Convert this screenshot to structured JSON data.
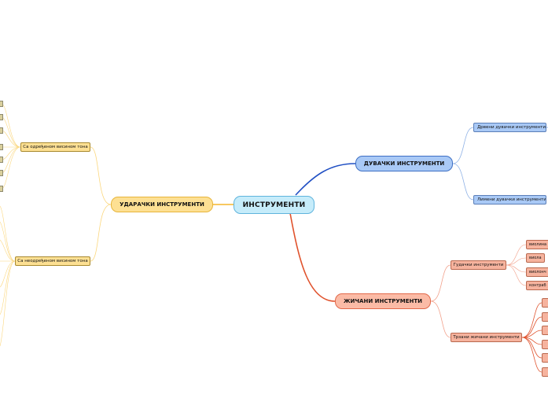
{
  "central": "ИНСТРУМЕНТИ",
  "branches": {
    "wind": {
      "label": "ДУВАЧКИ ИНСТРУМЕНТИ",
      "children": [
        "Дрвени дувачки инструменти",
        "Лимени дувачки инструменти"
      ]
    },
    "percussion": {
      "label": "УДАРАЧКИ ИНСТРУМЕНТИ",
      "children": [
        "Са одређеном висином тона",
        "Са неодређеном висином тона"
      ]
    },
    "string": {
      "label": "ЖИЧАНИ ИНСТРУМЕНТИ",
      "children": [
        "Гудачки инструменти",
        "Трзани жичани инструменти"
      ],
      "bowed": [
        "виолина",
        "виола",
        "виолонч",
        "контраб"
      ]
    }
  },
  "colors": {
    "blue": "#2f5fbf",
    "yellow": "#f5b62c",
    "red": "#e0522c",
    "central_fill": "#c6ecfa"
  }
}
